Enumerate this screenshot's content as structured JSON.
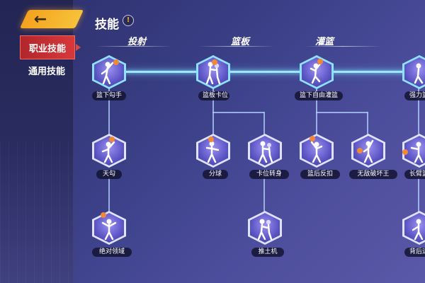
{
  "sidebar": {
    "items": [
      {
        "label": "职业技能"
      },
      {
        "label": "通用技能"
      }
    ]
  },
  "header": {
    "title": "技能",
    "info_glyph": "!"
  },
  "categories": [
    {
      "label": "投射"
    },
    {
      "label": "篮板"
    },
    {
      "label": "灌篮"
    }
  ],
  "skills": [
    {
      "label": "篮下勾手",
      "icon": "hook-shot-icon"
    },
    {
      "label": "天勾",
      "icon": "sky-hook-icon"
    },
    {
      "label": "绝对领域",
      "icon": "absolute-domain-icon"
    },
    {
      "label": "篮板卡位",
      "icon": "box-out-icon"
    },
    {
      "label": "分球",
      "icon": "pass-icon"
    },
    {
      "label": "卡位转身",
      "icon": "post-spin-icon"
    },
    {
      "label": "推土机",
      "icon": "bulldozer-icon"
    },
    {
      "label": "篮下自由灌篮",
      "icon": "free-dunk-icon"
    },
    {
      "label": "篮后反扣",
      "icon": "reverse-dunk-icon"
    },
    {
      "label": "无敌破坏王",
      "icon": "wreck-it-icon"
    },
    {
      "label": "强力篮",
      "icon": "power-dunk-icon"
    },
    {
      "label": "长臂篮",
      "icon": "long-arm-icon"
    },
    {
      "label": "背后运",
      "icon": "behind-back-icon"
    }
  ],
  "colors": {
    "accent_orange": "#f4a21f",
    "active_red": "#d8393b",
    "glow_blue": "#9ce7ff"
  }
}
